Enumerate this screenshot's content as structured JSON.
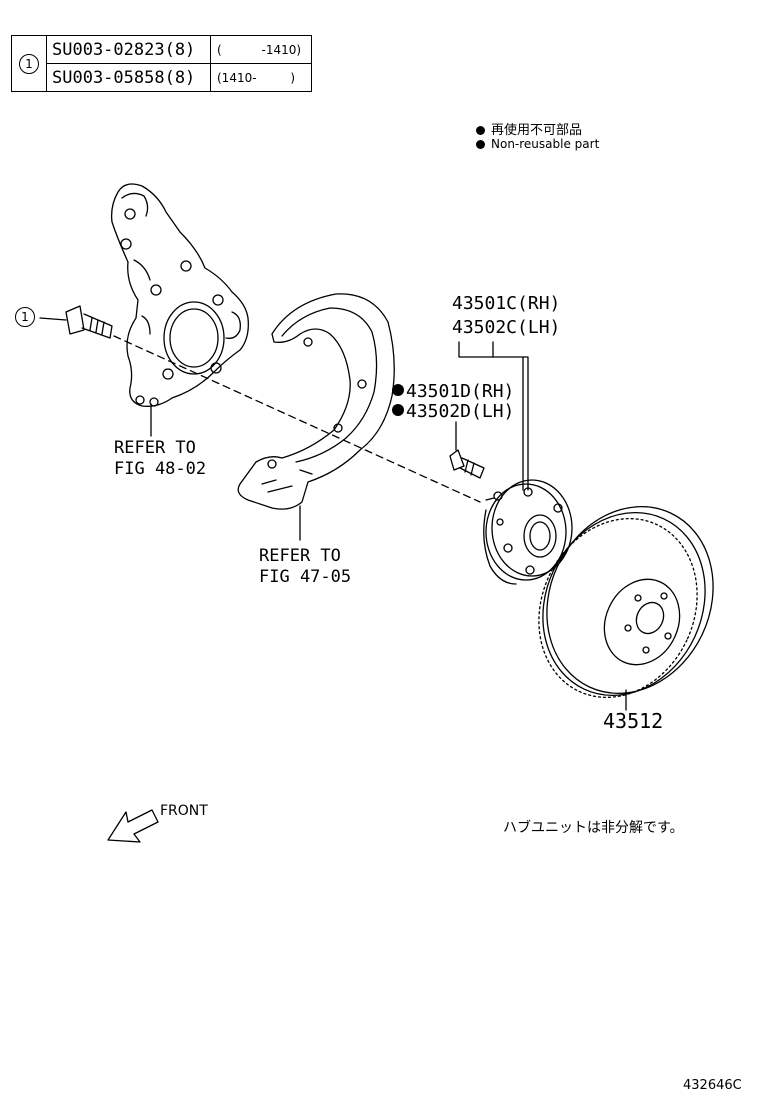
{
  "table": {
    "ref_num": "1",
    "rows": [
      {
        "part_no": "SU003-02823(8)",
        "range_open": "(",
        "range_value": "-1410)"
      },
      {
        "part_no": "SU003-05858(8)",
        "range_open": "(1410-",
        "range_value": ")"
      }
    ]
  },
  "legend": {
    "jp": "再使用不可部品",
    "en": "Non-reusable part"
  },
  "bolt_callout": "1",
  "labels": {
    "knuckle_refer_1": "REFER TO",
    "knuckle_refer_2": "FIG 48-02",
    "shield_refer_1": "REFER TO",
    "shield_refer_2": "FIG 47-05",
    "hub_rh": "43501C(RH)",
    "hub_lh": "43502C(LH)",
    "bolt_rh": "43501D(RH)",
    "bolt_lh": "43502D(LH)",
    "disc": "43512",
    "front": "FRONT",
    "hub_note": "ハブユニットは非分解です。",
    "figure_id": "432646C"
  },
  "colors": {
    "ink": "#000000",
    "background": "#ffffff"
  }
}
